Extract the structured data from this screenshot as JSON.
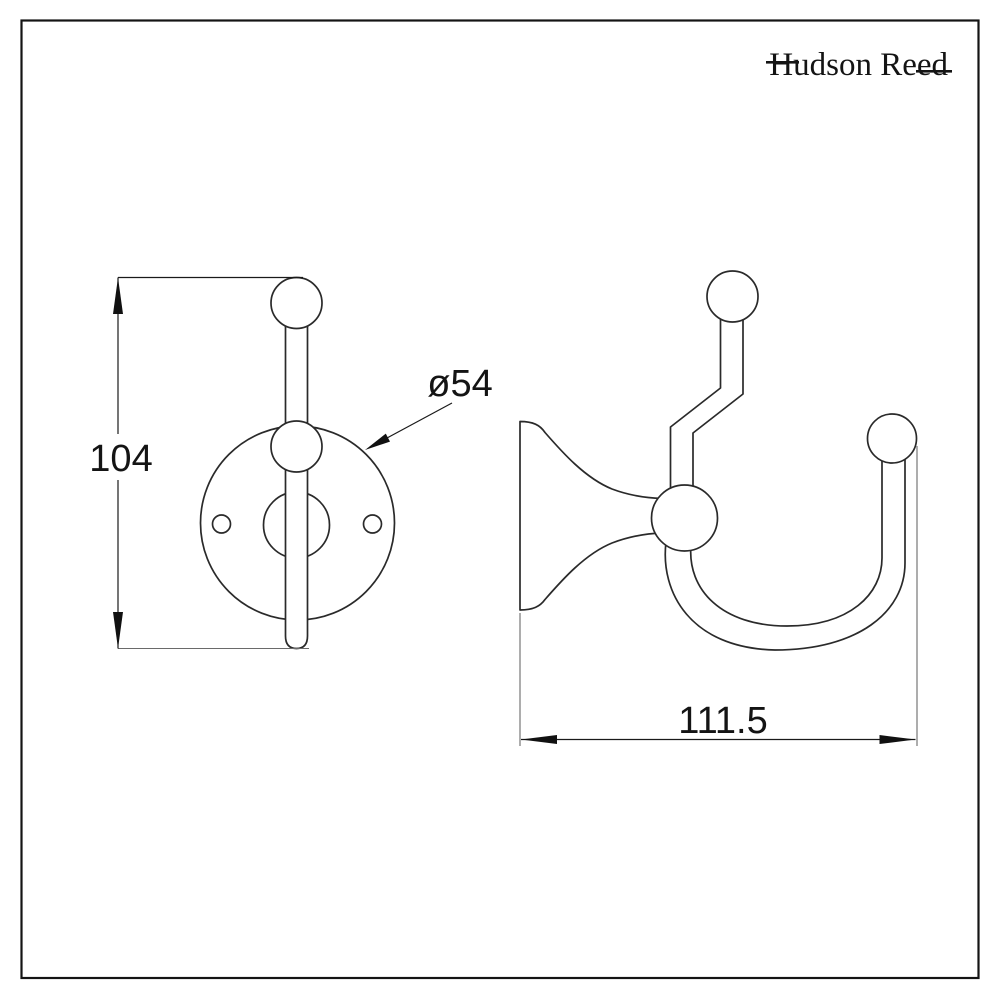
{
  "brand": {
    "logo_text": "Hudson Reed"
  },
  "dimensions": {
    "height": "104",
    "backplate_diameter": "ø54",
    "projection": "111.5"
  },
  "colors": {
    "background": "#ffffff",
    "outline": "#2a2a2a",
    "dimension_line": "#1a1a1a",
    "extension_line": "#6a6a6a",
    "text": "#141414",
    "border": "#141414"
  }
}
